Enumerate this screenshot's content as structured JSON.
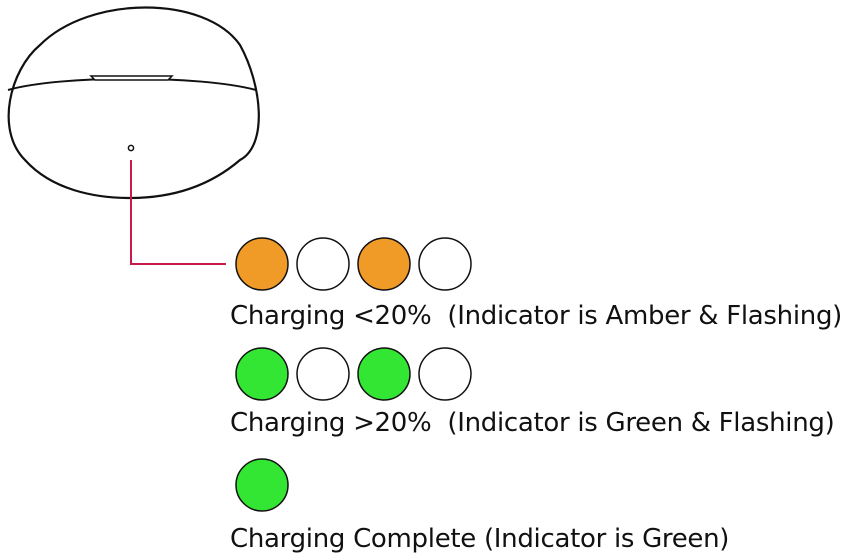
{
  "colors": {
    "amber": "#F09A28",
    "green": "#33E633",
    "off": "#FFFFFF",
    "outline": "#111111",
    "leader_line": "#C8194B"
  },
  "states": [
    {
      "caption": "Charging <20%  (Indicator is Amber & Flashing)",
      "lights": [
        "amber",
        "off",
        "amber",
        "off"
      ]
    },
    {
      "caption": "Charging >20%  (Indicator is Green & Flashing)",
      "lights": [
        "green",
        "off",
        "green",
        "off"
      ]
    },
    {
      "caption": "Charging Complete (Indicator is Green)",
      "lights": [
        "green"
      ]
    }
  ]
}
